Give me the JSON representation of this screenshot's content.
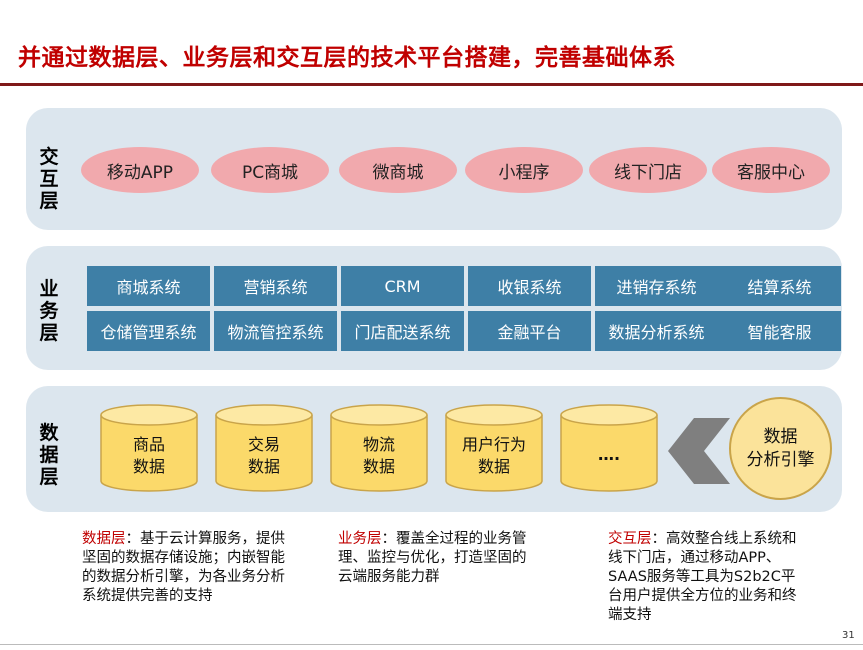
{
  "title": "并通过数据层、业务层和交互层的技术平台搭建，完善基础体系",
  "layers": {
    "interaction": {
      "label": "交互层",
      "items": [
        "移动APP",
        "PC商城",
        "微商城",
        "小程序",
        "线下门店",
        "客服中心"
      ]
    },
    "business": {
      "label": "业务层",
      "row1": [
        "商城系统",
        "营销系统",
        "CRM",
        "收银系统",
        "进销存系统",
        "结算系统"
      ],
      "row2": [
        "仓储管理系统",
        "物流管控系统",
        "门店配送系统",
        "金融平台",
        "数据分析系统",
        "智能客服"
      ]
    },
    "data": {
      "label": "数据层",
      "cylinders": [
        {
          "line1": "商品",
          "line2": "数据"
        },
        {
          "line1": "交易",
          "line2": "数据"
        },
        {
          "line1": "物流",
          "line2": "数据"
        },
        {
          "line1": "用户行为",
          "line2": "数据"
        },
        {
          "line1": "….",
          "line2": ""
        }
      ],
      "engine": {
        "line1": "数据",
        "line2": "分析引擎"
      }
    }
  },
  "descriptions": {
    "data": {
      "label": "数据层",
      "text": "：基于云计算服务，提供坚固的数据存储设施；内嵌智能的数据分析引擎，为各业务分析系统提供完善的支持"
    },
    "business": {
      "label": "业务层",
      "text": "：覆盖全过程的业务管理、监控与优化，打造坚固的云端服务能力群"
    },
    "interaction": {
      "label": "交互层",
      "text": "：高效整合线上系统和线下门店，通过移动APP、SAAS服务等工具为S2b2C平台用户提供全方位的业务和终端支持"
    }
  },
  "page_number": "31",
  "colors": {
    "title": "#c00000",
    "panel": "#dce6ee",
    "ellipse": "#f1a9ad",
    "system_box": "#3e7fa6",
    "cylinder": "#fbd96a",
    "engine": "#fbe39a",
    "chevron": "#7f7f7f"
  }
}
